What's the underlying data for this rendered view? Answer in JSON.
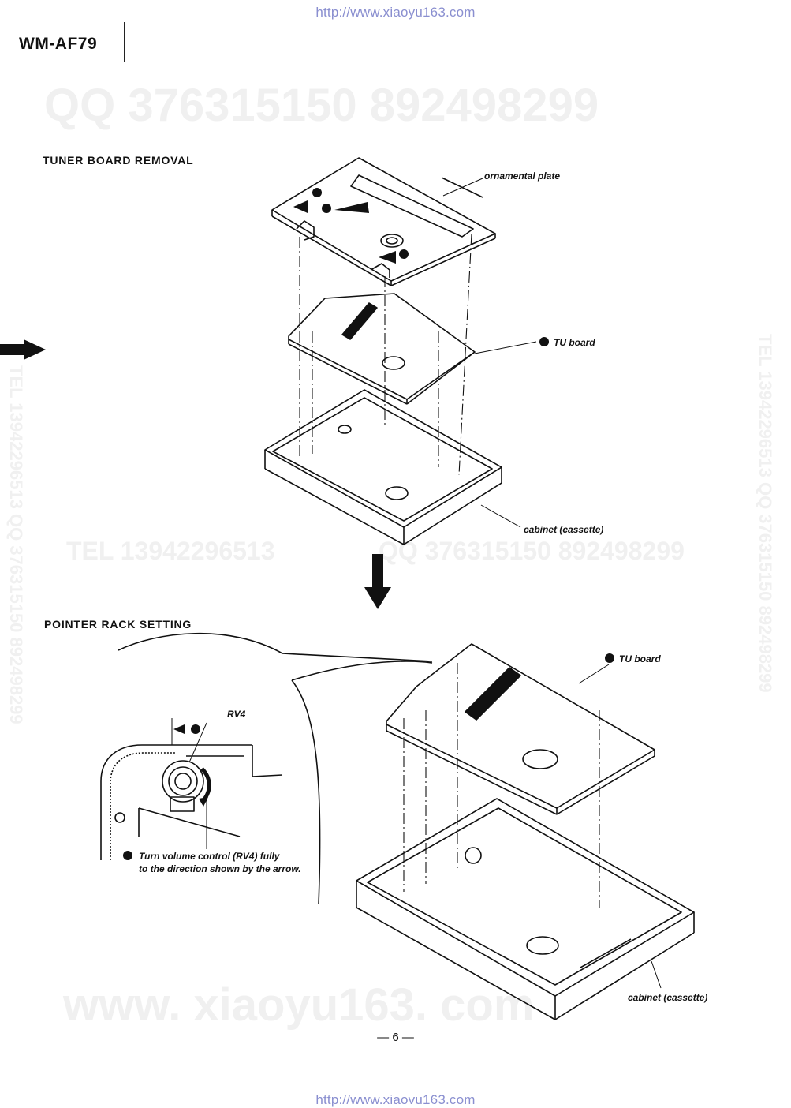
{
  "header": {
    "url_top": "http://www.xiaoyu163.com",
    "model": "WM-AF79"
  },
  "watermarks": {
    "qq_top": "QQ 376315150   892498299",
    "tel_mid": "TEL 13942296513",
    "qq_mid": "QQ 376315150 892498299",
    "side_left": "TEL 13942296513 QQ 376315150 892498299",
    "side_right": "TEL 13942296513 QQ 376315150 892498299",
    "site_bottom": "www. xiaoyu163. com"
  },
  "section1": {
    "title": "TUNER BOARD REMOVAL",
    "labels": {
      "ornamental_plate": "ornamental plate",
      "tu_board": "TU board",
      "cabinet": "cabinet (cassette)"
    }
  },
  "section2": {
    "title": "POINTER RACK SETTING",
    "labels": {
      "tu_board": "TU board",
      "rv4": "RV4",
      "cabinet": "cabinet (cassette)",
      "step1_line1": "Turn volume control (RV4) fully",
      "step1_line2": "to the direction shown by the arrow."
    }
  },
  "footer": {
    "page": "— 6 —",
    "url_bottom": "http://www.xiaovu163.com"
  }
}
